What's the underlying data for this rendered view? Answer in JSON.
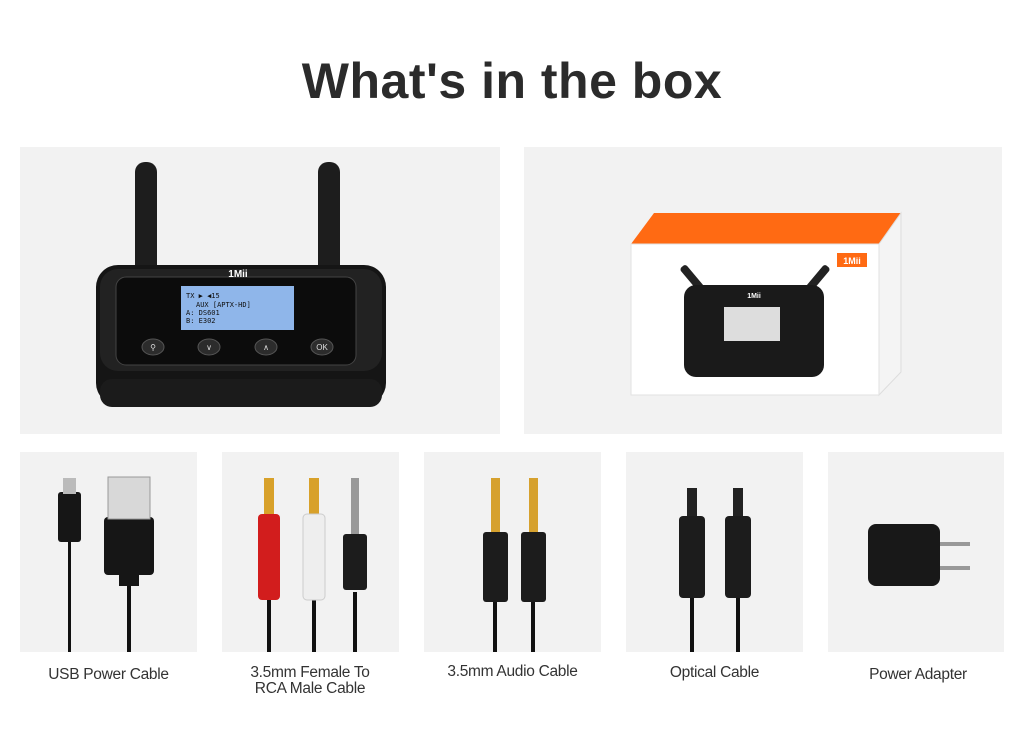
{
  "title": "What's in the box",
  "device": {
    "brand": "1Mii",
    "screen": {
      "mode": "TX",
      "volume": "15",
      "source": "AUX [APTX-HD]",
      "line_a": "A: DS601",
      "line_b": "B: E302"
    },
    "buttons": [
      "search",
      "down",
      "up",
      "OK"
    ]
  },
  "box": {
    "brand": "1Mii",
    "accent_color": "#ff6a13"
  },
  "items": [
    {
      "label": "USB Power Cable"
    },
    {
      "label": "3.5mm Female To RCA Male Cable"
    },
    {
      "label": "3.5mm Audio Cable"
    },
    {
      "label": "Optical Cable"
    },
    {
      "label": "Power Adapter"
    }
  ]
}
